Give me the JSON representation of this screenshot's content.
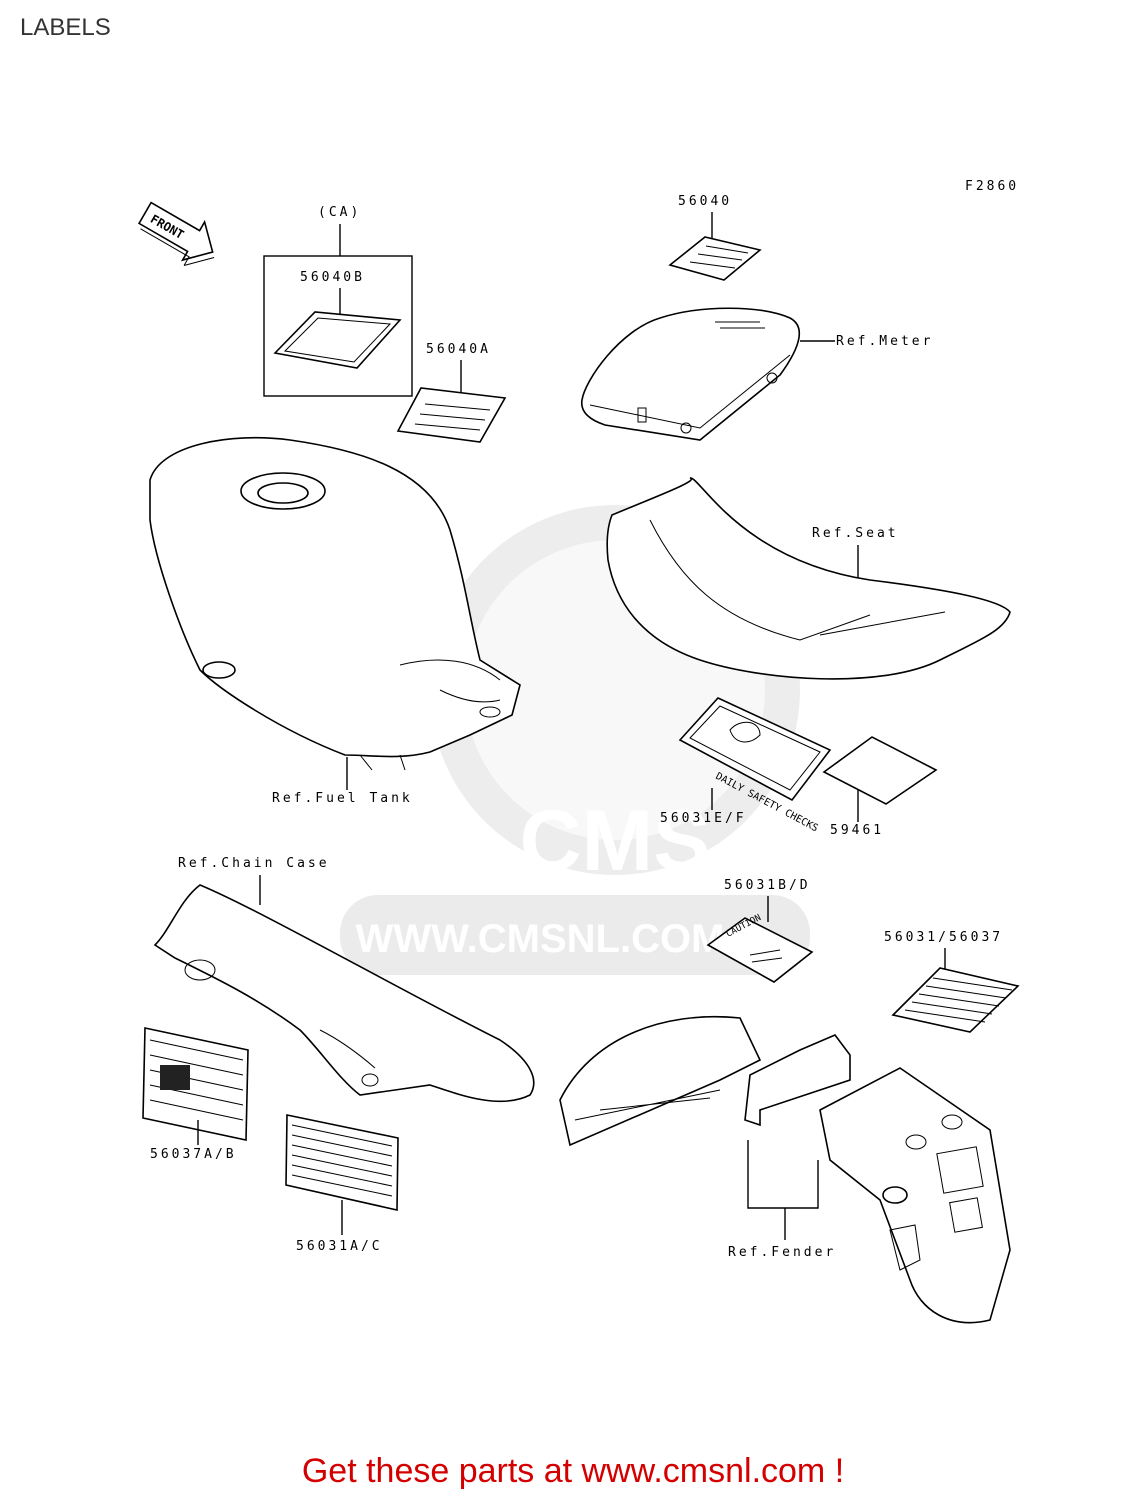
{
  "page_title": "LABELS",
  "figure_code": "F2860",
  "front_arrow": "FRONT",
  "callouts": {
    "ca": "(CA)",
    "p56040B": "56040B",
    "p56040A": "56040A",
    "p56040": "56040",
    "ref_meter": "Ref.Meter",
    "ref_seat": "Ref.Seat",
    "ref_fuel_tank": "Ref.Fuel Tank",
    "p56031EF": "56031E/F",
    "p59461": "59461",
    "ref_chain_case": "Ref.Chain Case",
    "p56031BD": "56031B/D",
    "p56031_56037": "56031/56037",
    "p56037AB": "56037A/B",
    "p56031AC": "56031A/C",
    "ref_fender": "Ref.Fender"
  },
  "label_texts": {
    "daily_safety_checks": "DAILY SAFETY CHECKS",
    "caution": "CAUTION"
  },
  "watermark": {
    "brand": "CMS",
    "url": "WWW.CMSNL.COM"
  },
  "footer": "Get these parts at www.cmsnl.com !"
}
